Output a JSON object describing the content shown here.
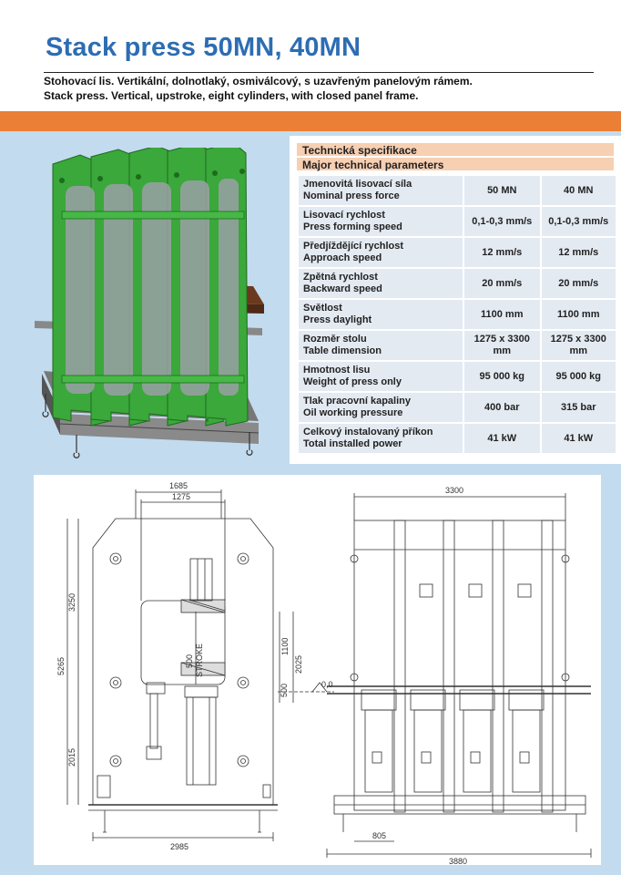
{
  "header": {
    "title": "Stack press 50MN, 40MN",
    "subtitle_cz": "Stohovací lis. Vertikální, dolnotlaký, osmiválcový, s uzavřeným panelovým rámem.",
    "subtitle_en": "Stack press. Vertical, upstroke, eight cylinders, with closed panel frame."
  },
  "spec": {
    "heading_cz": "Technická specifikace",
    "heading_en": "Major technical parameters",
    "rows": [
      {
        "cz": "Jmenovitá lisovací síla",
        "en": "Nominal press force",
        "v1": "50 MN",
        "v2": "40 MN"
      },
      {
        "cz": "Lisovací rychlost",
        "en": "Press forming speed",
        "v1": "0,1-0,3 mm/s",
        "v2": "0,1-0,3 mm/s"
      },
      {
        "cz": "Předjíždějící rychlost",
        "en": "Approach speed",
        "v1": "12 mm/s",
        "v2": "12 mm/s"
      },
      {
        "cz": "Zpětná rychlost",
        "en": "Backward speed",
        "v1": "20 mm/s",
        "v2": "20 mm/s"
      },
      {
        "cz": "Světlost",
        "en": "Press daylight",
        "v1": "1100 mm",
        "v2": "1100 mm"
      },
      {
        "cz": "Rozměr stolu",
        "en": "Table dimension",
        "v1": "1275 x 3300 mm",
        "v2": "1275 x 3300 mm"
      },
      {
        "cz": "Hmotnost lisu",
        "en": "Weight of press only",
        "v1": "95 000 kg",
        "v2": "95 000 kg"
      },
      {
        "cz": "Tlak pracovní kapaliny",
        "en": "Oil working pressure",
        "v1": "400 bar",
        "v2": "315 bar"
      },
      {
        "cz": "Celkový instalovaný příkon",
        "en": "Total installed power",
        "v1": "41 kW",
        "v2": "41 kW"
      }
    ]
  },
  "drawing": {
    "dim_1685": "1685",
    "dim_1275": "1275",
    "dim_3250": "3250",
    "dim_5265": "5265",
    "dim_2015": "2015",
    "dim_1100": "1100",
    "dim_2025": "2025",
    "dim_500": "500",
    "dim_500_stroke": "500",
    "stroke_label": "STROKE",
    "dim_2985": "2985",
    "dim_3300": "3300",
    "level_0": "0,0",
    "dim_805": "805",
    "dim_3880": "3880"
  }
}
